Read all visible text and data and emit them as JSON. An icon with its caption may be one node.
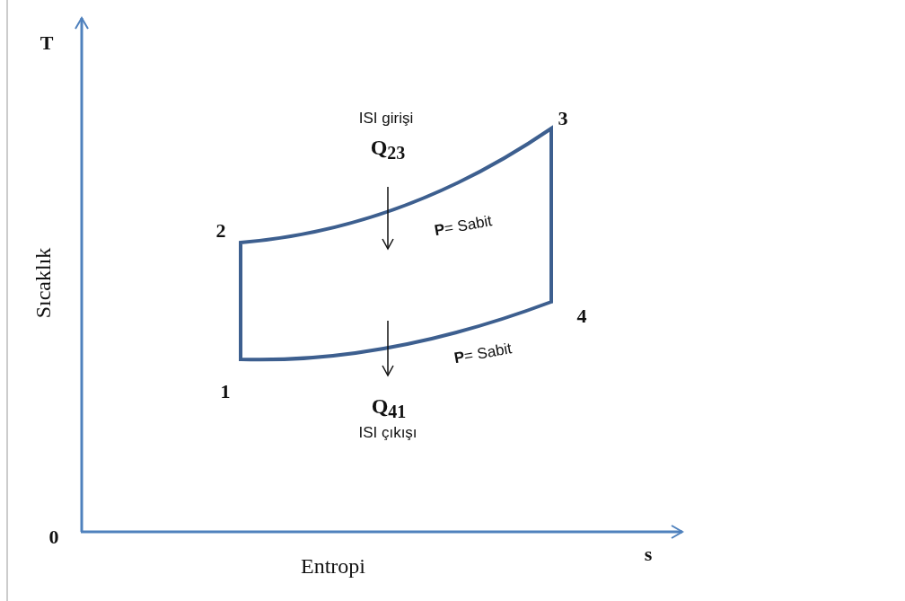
{
  "diagram": {
    "labels": [
      "T",
      "Sıcaklık",
      "ISI girişi",
      "Q$_{23}$",
      "3",
      "2",
      "**P**= Sabit",
      "4",
      "**P**= Sabit",
      "1",
      "Q$_{41}$",
      "ISI çıkışı",
      "0",
      "Entropi",
      "s"
    ]
  }
}
